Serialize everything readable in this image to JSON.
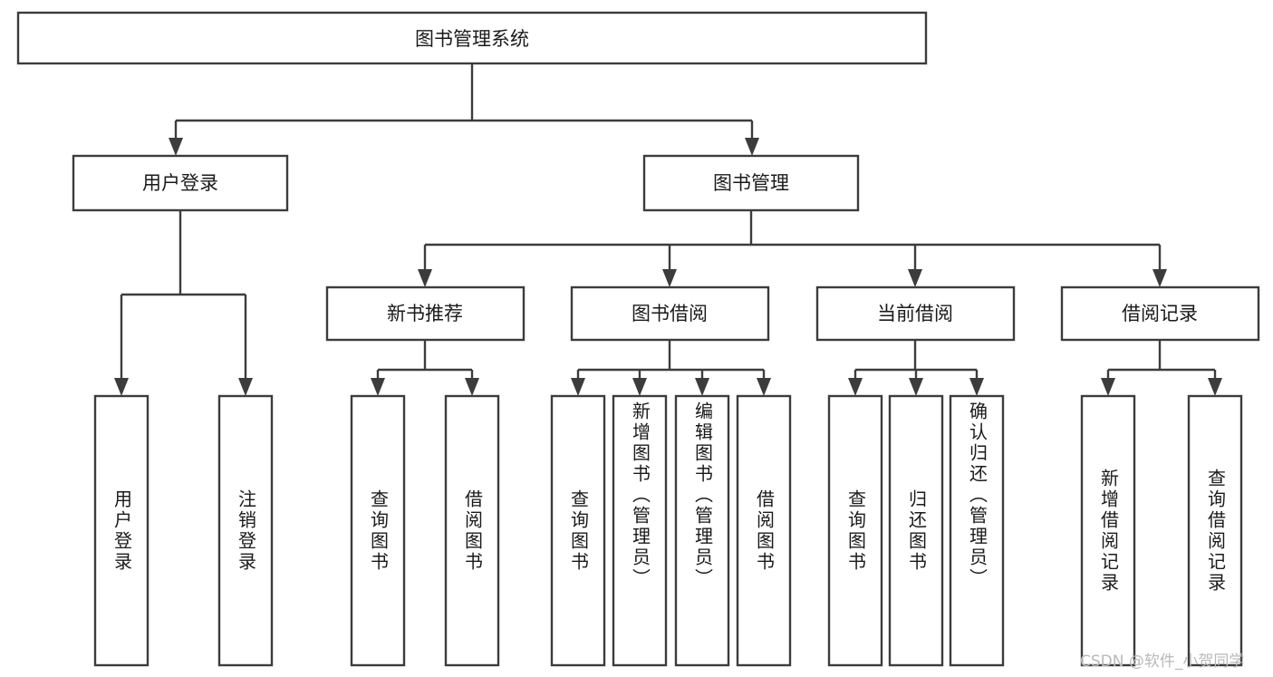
{
  "diagram": {
    "title": "图书管理系统",
    "type": "hierarchy-tree",
    "root": {
      "label": "图书管理系统"
    },
    "level2": [
      {
        "label": "用户登录"
      },
      {
        "label": "图书管理"
      }
    ],
    "level3": [
      {
        "label": "新书推荐"
      },
      {
        "label": "图书借阅"
      },
      {
        "label": "当前借阅"
      },
      {
        "label": "借阅记录"
      }
    ],
    "leaves": {
      "user_login": [
        {
          "label": "用户登录"
        },
        {
          "label": "注销登录"
        }
      ],
      "new_book_recommend": [
        {
          "label": "查询图书"
        },
        {
          "label": "借阅图书"
        }
      ],
      "book_borrow": [
        {
          "label": "查询图书"
        },
        {
          "label": "新增图书（管理员）"
        },
        {
          "label": "编辑图书（管理员）"
        },
        {
          "label": "借阅图书"
        }
      ],
      "current_borrow": [
        {
          "label": "查询图书"
        },
        {
          "label": "归还图书"
        },
        {
          "label": "确认归还（管理员）"
        }
      ],
      "borrow_records": [
        {
          "label": "新增借阅记录"
        },
        {
          "label": "查询借阅记录"
        }
      ]
    }
  },
  "watermark": {
    "text": "CSDN @软件_小贺同学"
  },
  "colors": {
    "stroke": "#3c3c3c",
    "fill": "#ffffff",
    "text": "#1a1a1a",
    "watermark": "#b9b9b9"
  }
}
